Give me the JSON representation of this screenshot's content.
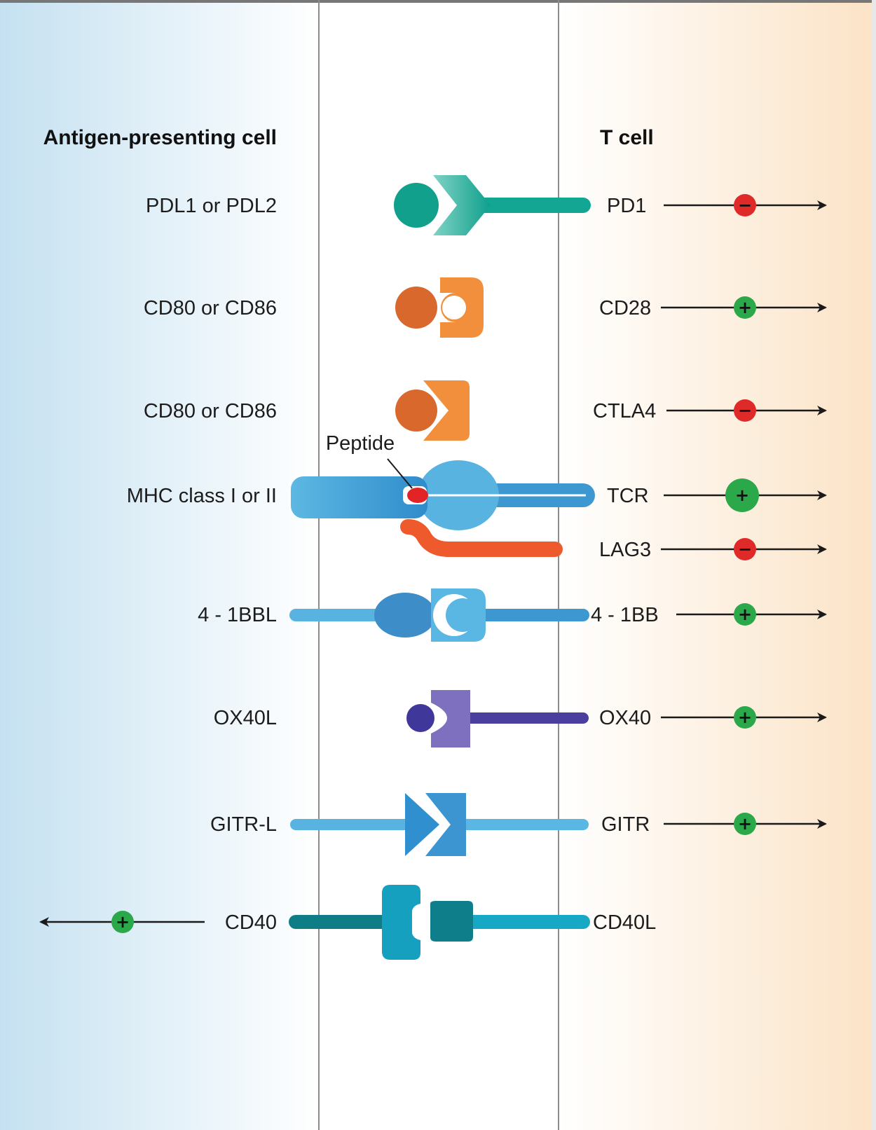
{
  "headers": {
    "apc": "Antigen-presenting cell",
    "tcell": "T cell"
  },
  "peptide_label": "Peptide",
  "colors": {
    "apc_background": "#cfe6f3",
    "tcell_background": "#fbe5cb",
    "stimulatory": "#2aa84a",
    "inhibitory": "#e02a2a"
  },
  "pairs": [
    {
      "id": "pd1",
      "ligand": "PDL1 or PDL2",
      "receptor": "PD1",
      "signal": "−",
      "effect": "inhibitory"
    },
    {
      "id": "cd28",
      "ligand": "CD80 or CD86",
      "receptor": "CD28",
      "signal": "+",
      "effect": "stimulatory"
    },
    {
      "id": "ctla4",
      "ligand": "CD80 or CD86",
      "receptor": "CTLA4",
      "signal": "−",
      "effect": "inhibitory"
    },
    {
      "id": "tcr",
      "ligand": "MHC class I or II",
      "receptor": "TCR",
      "signal": "+",
      "effect": "stimulatory"
    },
    {
      "id": "lag3",
      "ligand": "",
      "receptor": "LAG3",
      "signal": "−",
      "effect": "inhibitory"
    },
    {
      "id": "41bb",
      "ligand": "4 - 1BBL",
      "receptor": "4 - 1BB",
      "signal": "+",
      "effect": "stimulatory"
    },
    {
      "id": "ox40",
      "ligand": "OX40L",
      "receptor": "OX40",
      "signal": "+",
      "effect": "stimulatory"
    },
    {
      "id": "gitr",
      "ligand": "GITR-L",
      "receptor": "GITR",
      "signal": "+",
      "effect": "stimulatory"
    },
    {
      "id": "cd40",
      "ligand": "CD40",
      "receptor": "CD40L",
      "signal": "+",
      "effect": "stimulatory"
    }
  ]
}
